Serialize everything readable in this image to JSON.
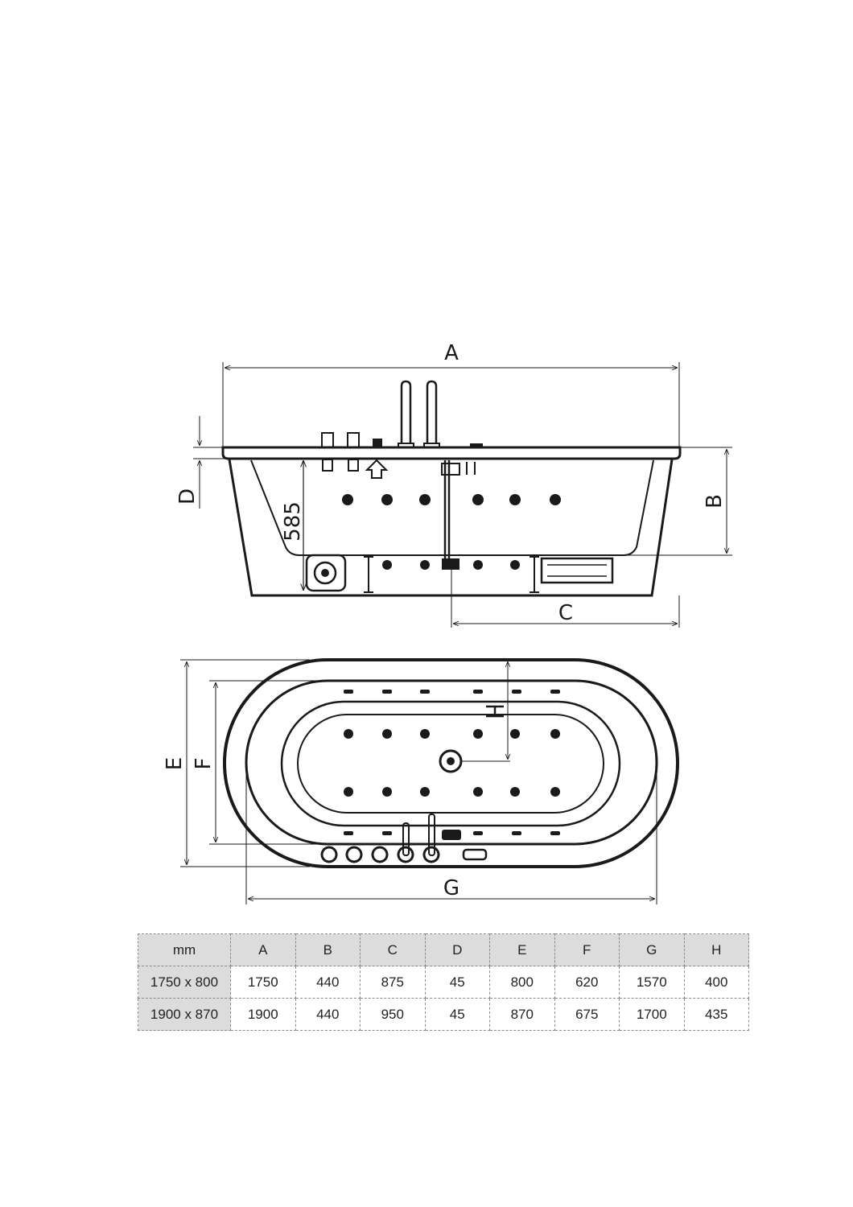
{
  "drawing": {
    "side_view": {
      "labels": {
        "A": "A",
        "B": "B",
        "C": "C",
        "D": "D",
        "height": "585"
      }
    },
    "top_view": {
      "labels": {
        "E": "E",
        "F": "F",
        "G": "G"
      }
    }
  },
  "table": {
    "headers": [
      "mm",
      "A",
      "B",
      "C",
      "D",
      "E",
      "F",
      "G",
      "H"
    ],
    "rows": [
      [
        "1750 x 800",
        "1750",
        "440",
        "875",
        "45",
        "800",
        "620",
        "1570",
        "400"
      ],
      [
        "1900 x 870",
        "1900",
        "440",
        "950",
        "45",
        "870",
        "675",
        "1700",
        "435"
      ]
    ]
  }
}
